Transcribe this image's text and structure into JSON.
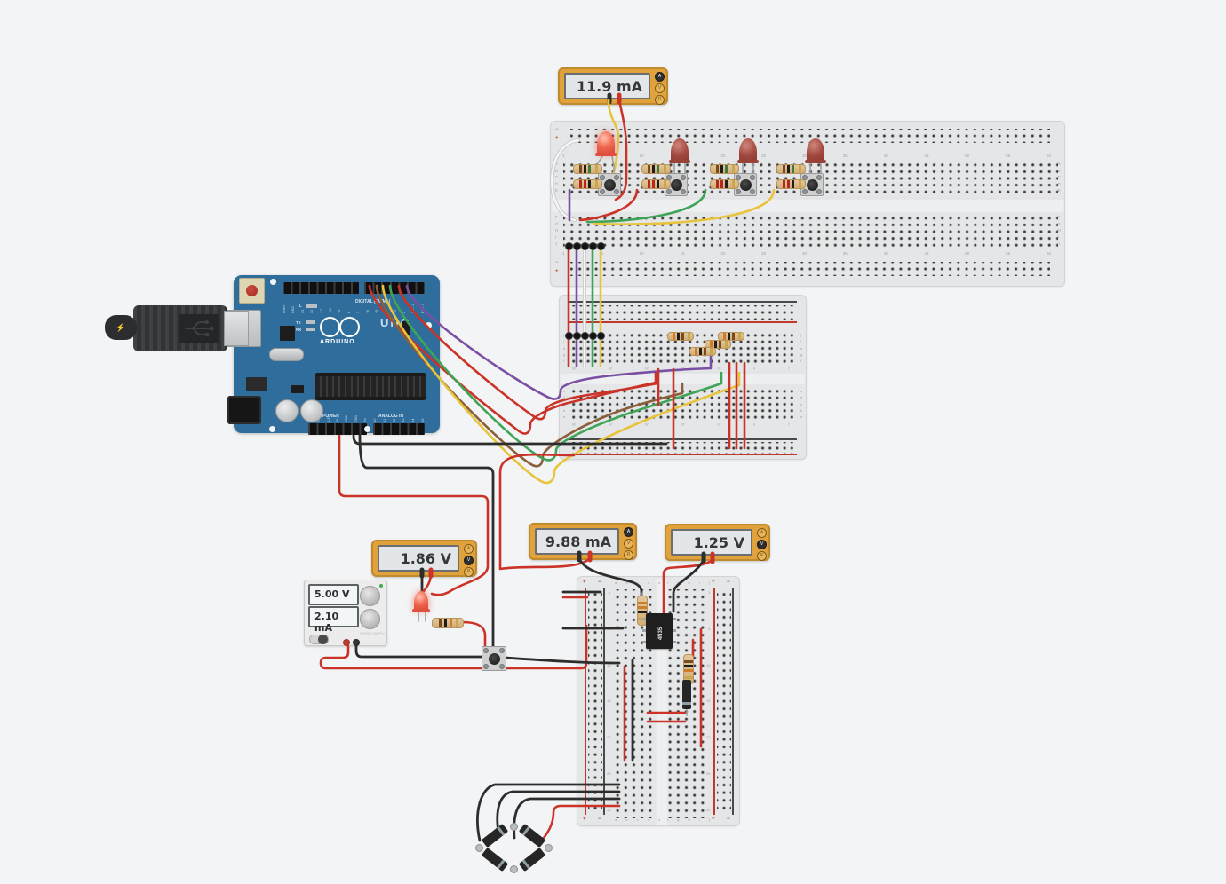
{
  "meters": {
    "button_labels": [
      "A",
      "V",
      "R"
    ],
    "top": {
      "value": "11.9 mA",
      "mode": "A"
    },
    "left": {
      "value": "1.86 V",
      "mode": "V"
    },
    "middle": {
      "value": "9.88 mA",
      "mode": "A"
    },
    "right": {
      "value": "1.25 V",
      "mode": "V"
    }
  },
  "power_supply": {
    "voltage": "5.00 V",
    "current": "2.10 mA",
    "label": "POWER SUPPLY"
  },
  "arduino": {
    "brand": "ARDUINO",
    "model": "UNO",
    "digital_label": "DIGITAL (PWM~)",
    "power_label": "POWER",
    "analog_label": "ANALOG IN",
    "led_labels": {
      "l": "L",
      "tx": "TX",
      "rx": "RX"
    },
    "digital_pins": [
      "AREF",
      "GND",
      "13",
      "12",
      "~11",
      "~10",
      "~9",
      "8",
      "7",
      "~6",
      "~5",
      "4",
      "~3",
      "2",
      "TX→1",
      "RX←0"
    ],
    "power_pins": [
      "IOREF",
      "RESET",
      "3.3V",
      "5V",
      "GND",
      "GND",
      "Vin"
    ],
    "analog_pins": [
      "A0",
      "A1",
      "A2",
      "A3",
      "A4",
      "A5"
    ]
  },
  "ic": {
    "label": "4N35"
  },
  "boards": {
    "large": {
      "letters_top": "A\nB\nC\nD\nE",
      "letters_bottom": "F\nG\nH\nI\nJ",
      "numbers": [
        "1",
        "5",
        "10",
        "15",
        "20",
        "25",
        "30",
        "35",
        "40",
        "45",
        "50",
        "55",
        "60"
      ],
      "plus": "+",
      "minus": "−"
    },
    "mini": {
      "letters_upper": "j\ni\nh\ng\nf",
      "letters_lower": "e\nd\nc\nb\na",
      "numbers": [
        "1",
        "5",
        "10",
        "15",
        "20",
        "25",
        "30"
      ]
    },
    "small": {
      "cols_left": "a b c d e",
      "cols_right": "f g h i j",
      "numbers": [
        "1",
        "5",
        "10",
        "15",
        "20",
        "25",
        "30"
      ],
      "plus": "+",
      "minus": "−"
    }
  },
  "colors": {
    "wire_red": "#cc3328",
    "wire_black": "#2d2d2d",
    "wire_yellow": "#e7c43c",
    "wire_green": "#3fa457",
    "wire_purple": "#7a4fa3",
    "wire_white": "#f7f7f7",
    "wire_brown": "#8a5f3c",
    "meter_body": "#e2a23b",
    "arduino_blue": "#2e6d9c"
  }
}
